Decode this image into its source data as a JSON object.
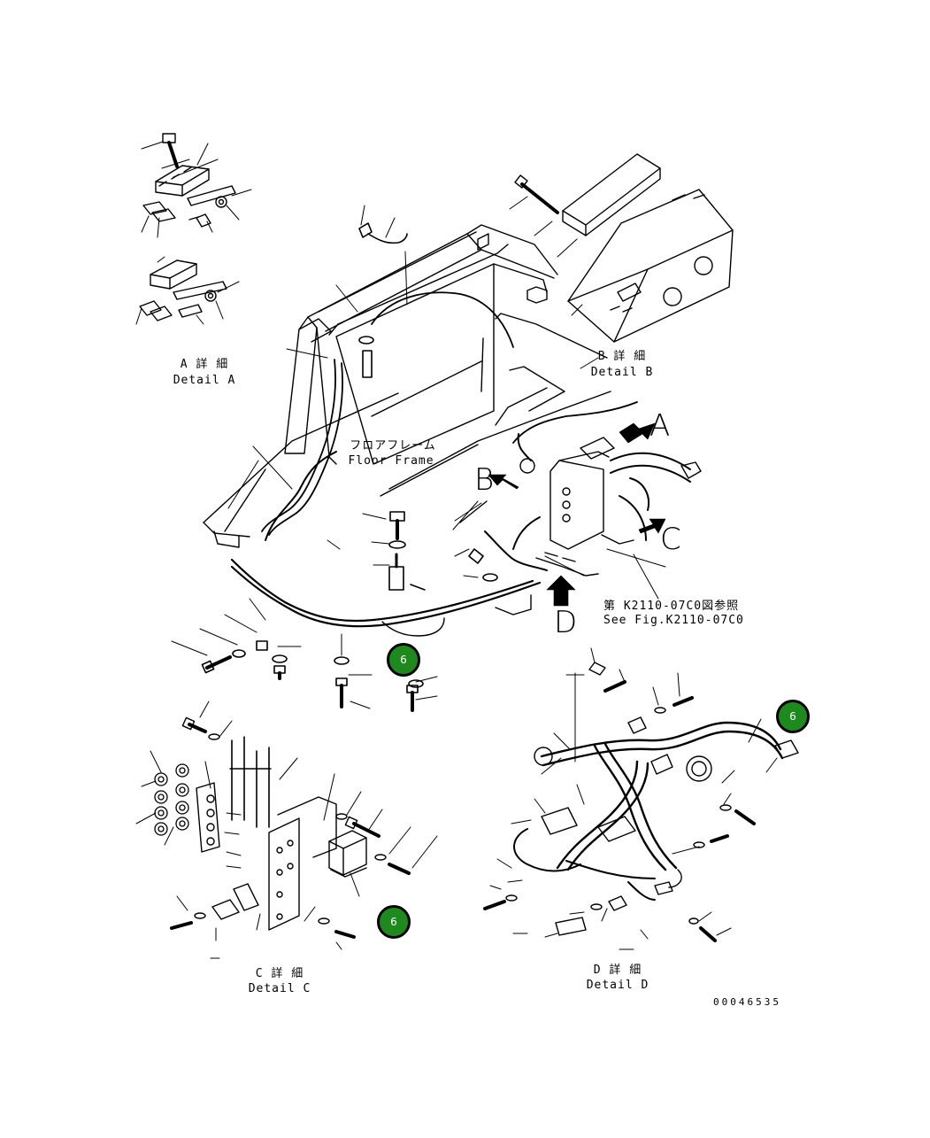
{
  "labels": {
    "detail_a_jp": "A 詳 細",
    "detail_a_en": "Detail A",
    "detail_b_jp": "B 詳 細",
    "detail_b_en": "Detail B",
    "detail_c_jp": "C 詳 細",
    "detail_c_en": "Detail C",
    "detail_d_jp": "D 詳 細",
    "detail_d_en": "Detail D",
    "floor_frame_jp": "フロアフレーム",
    "floor_frame_en": "Floor Frame",
    "ref_jp": "第 K2110-07C0図参照",
    "ref_en": "See Fig.K2110-07C0"
  },
  "view_letters": {
    "a": "A",
    "b": "B",
    "c": "C",
    "d": "D"
  },
  "callouts": [
    "6",
    "6",
    "6"
  ],
  "drawing_number": "00046535",
  "colors": {
    "callout_fill": "#1e8a1e",
    "line": "#000000",
    "background": "#ffffff"
  }
}
